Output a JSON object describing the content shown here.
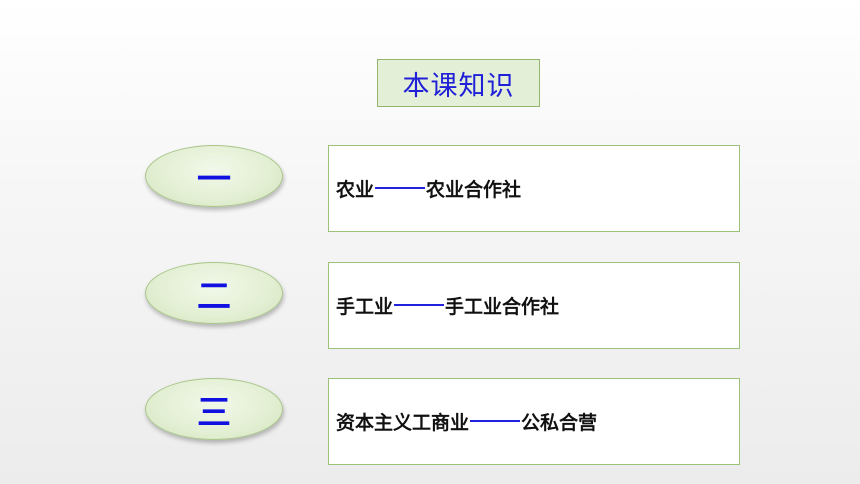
{
  "title": "本课知识",
  "items": [
    {
      "numeral": "一",
      "left": "农业",
      "right": "农业合作社"
    },
    {
      "numeral": "二",
      "left": "手工业",
      "right": "手工业合作社"
    },
    {
      "numeral": "三",
      "left": "资本主义工商业",
      "right": "公私合营"
    }
  ],
  "colors": {
    "accent_blue": "#2020d8",
    "box_border_green": "#9cc27a",
    "ellipse_fill": "#e2efd2"
  }
}
